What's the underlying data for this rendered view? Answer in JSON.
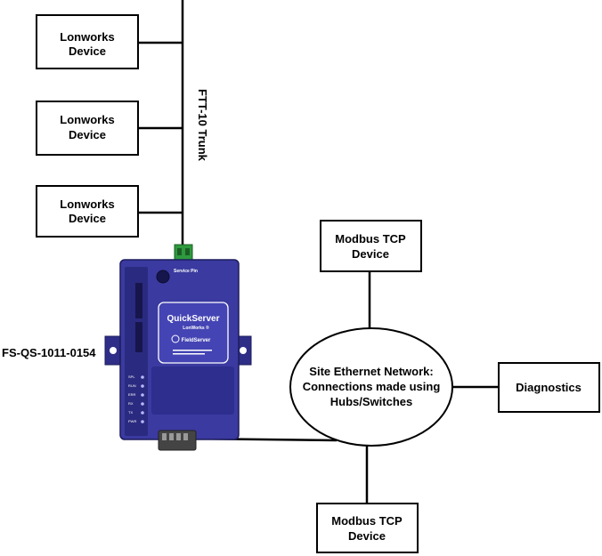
{
  "trunk": {
    "label": "FTT-10 Trunk"
  },
  "lonworks_devices": [
    {
      "line1": "Lonworks",
      "line2": "Device"
    },
    {
      "line1": "Lonworks",
      "line2": "Device"
    },
    {
      "line1": "Lonworks",
      "line2": "Device"
    }
  ],
  "gateway": {
    "model_label": "FS-QS-1011-0154",
    "brand": "QuickServer",
    "subtitle": "LonWorks ®",
    "maker": "FieldServer",
    "service_pin": "Service Pin",
    "leds": [
      "SPL",
      "RUN",
      "ERR",
      "RX",
      "TX",
      "PWR"
    ]
  },
  "network": {
    "line1": "Site Ethernet Network:",
    "line2": "Connections made using",
    "line3": "Hubs/Switches"
  },
  "modbus_top": {
    "line1": "Modbus TCP",
    "line2": "Device"
  },
  "modbus_bottom": {
    "line1": "Modbus TCP",
    "line2": "Device"
  },
  "diagnostics": {
    "label": "Diagnostics"
  },
  "colors": {
    "device_body": "#3a3aa0",
    "device_dark": "#24246e",
    "connector": "#2e9a3e"
  }
}
